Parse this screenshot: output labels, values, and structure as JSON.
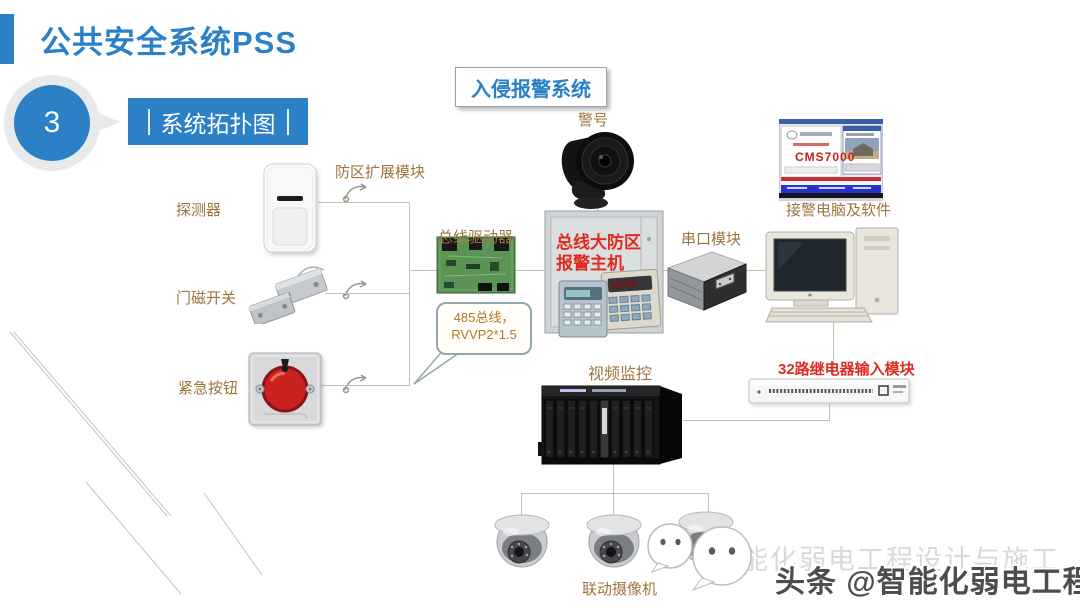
{
  "page": {
    "title": "公共安全系统PSS",
    "section_number": "3",
    "section_title": "系统拓扑图",
    "diagram_title": "入侵报警系统"
  },
  "labels": {
    "detector": "探测器",
    "zone_expander": "防区扩展模块",
    "door_contact": "门磁开关",
    "panic_button": "紧急按钮",
    "bus_driver": "总线驱动器",
    "siren": "警号",
    "alarm_host_line1": "总线大防区",
    "alarm_host_line2": "报警主机",
    "serial_module": "串口模块",
    "pc": "接警电脑及软件",
    "cms_software": "CMS7000",
    "relay_module": "32路继电器输入模块",
    "video_matrix": "视频监控",
    "cameras": "联动摄像机"
  },
  "bus_note": {
    "line1": "485总线，",
    "line2": "RVVP2*1.5"
  },
  "watermarks": {
    "light": "智能化弱电工程设计与施工",
    "dark": "头条 @智能化弱电工程"
  },
  "colors": {
    "accent": "#2b80c6",
    "label": "#9c7440",
    "red": "#e02b20",
    "line": "#c6beae",
    "bubble-border": "#93a7a7"
  }
}
